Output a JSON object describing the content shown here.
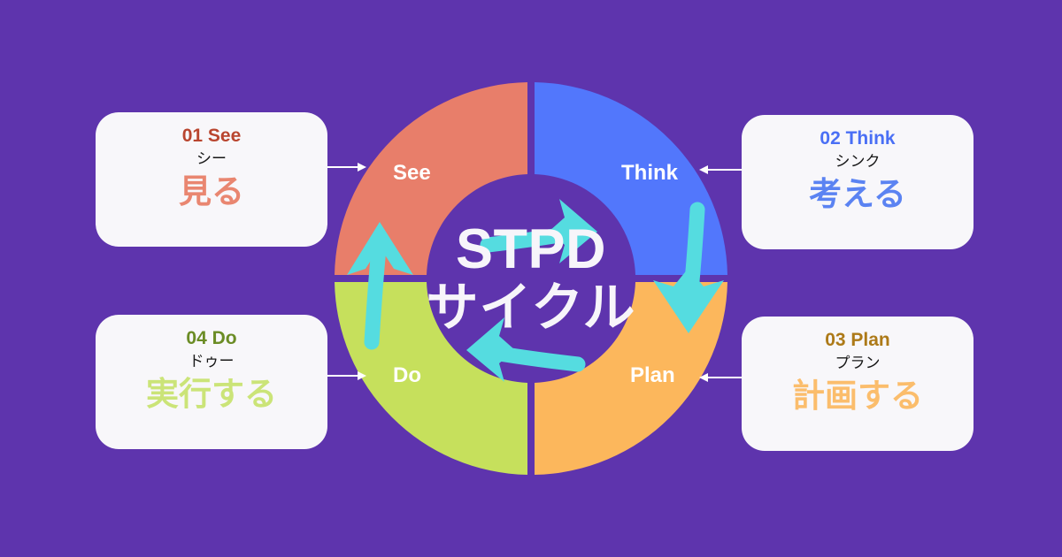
{
  "diagram": {
    "title": "STPD",
    "subtitle": "サイクル",
    "background_color": "#5E34AD",
    "arrow_color": "#55DCE0",
    "connector_color": "#FFFFFF",
    "center_text_color": "#F7F5FA"
  },
  "ring": {
    "segments": [
      {
        "id": "see",
        "label": "See",
        "color": "#E87E6A",
        "label_color": "#FFFFFF"
      },
      {
        "id": "think",
        "label": "Think",
        "color": "#5277FC",
        "label_color": "#FFFFFF"
      },
      {
        "id": "plan",
        "label": "Plan",
        "color": "#FCB75C",
        "label_color": "#FFFFFF"
      },
      {
        "id": "do",
        "label": "Do",
        "color": "#C6E05C",
        "label_color": "#FFFFFF"
      }
    ]
  },
  "cards": [
    {
      "id": "see",
      "number": "01",
      "english": "See",
      "heading": "01 See",
      "kana": "シー",
      "japanese": "見る",
      "heading_color": "#B9452F",
      "main_color": "#E98670",
      "card_bg": "#F8F7FA"
    },
    {
      "id": "think",
      "number": "02",
      "english": "Think",
      "heading": "02 Think",
      "kana": "シンク",
      "japanese": "考える",
      "heading_color": "#4A6FF5",
      "main_color": "#5B83F2",
      "card_bg": "#FFFFFF"
    },
    {
      "id": "plan",
      "number": "03",
      "english": "Plan",
      "heading": "03 Plan",
      "kana": "プラン",
      "japanese": "計画する",
      "heading_color": "#AD7A18",
      "main_color": "#FBBD6C",
      "card_bg": "#FFFFFF"
    },
    {
      "id": "do",
      "number": "04",
      "english": "Do",
      "heading": "04 Do",
      "kana": "ドゥー",
      "japanese": "実行する",
      "heading_color": "#6B8C25",
      "main_color": "#CBE478",
      "card_bg": "#FFFFFF"
    }
  ],
  "flow_arrows": [
    {
      "id": "see-to-think",
      "direction": "right",
      "from": "See",
      "to": "Think"
    },
    {
      "id": "think-to-plan",
      "direction": "down",
      "from": "Think",
      "to": "Plan"
    },
    {
      "id": "plan-to-do",
      "direction": "left",
      "from": "Plan",
      "to": "Do"
    },
    {
      "id": "do-to-see",
      "direction": "up",
      "from": "Do",
      "to": "See"
    }
  ],
  "connectors": [
    {
      "id": "card-see-to-ring",
      "direction": "right"
    },
    {
      "id": "card-think-to-ring",
      "direction": "left"
    },
    {
      "id": "card-do-to-ring",
      "direction": "right"
    },
    {
      "id": "card-plan-to-ring",
      "direction": "left"
    }
  ]
}
